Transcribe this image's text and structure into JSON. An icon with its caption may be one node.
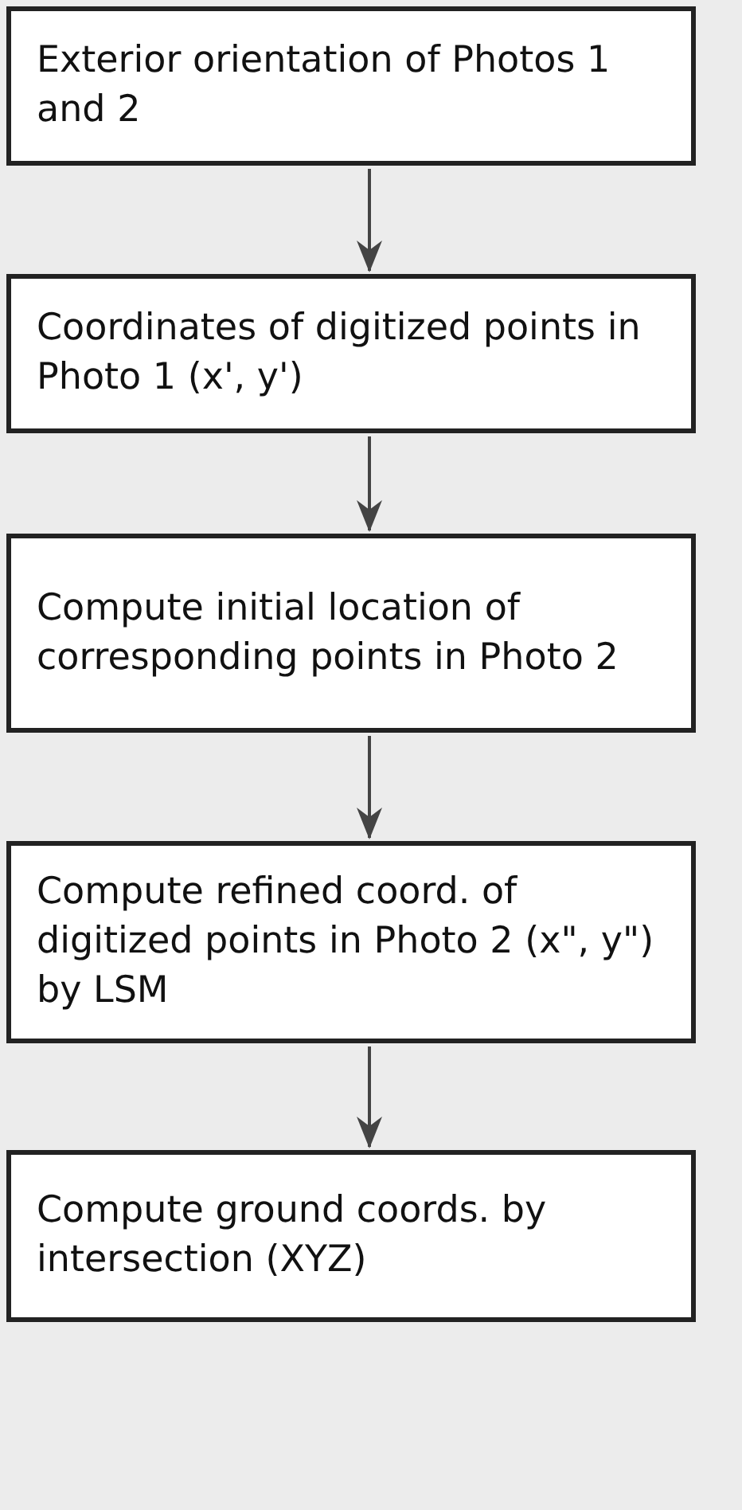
{
  "diagram": {
    "nodes": [
      {
        "text": [
          "Exterior orientation of Photos 1 and 2"
        ]
      },
      {
        "text": [
          "Coordinates of digitized points in Photo 1 (x', y')"
        ]
      },
      {
        "text": [
          "Compute initial location of corresponding points in Photo 2"
        ]
      },
      {
        "text": [
          "Compute refined coord. of digitized points in Photo 2 (x\", y\") by LSM"
        ]
      },
      {
        "text": [
          "Compute ground coords. by intersection (XYZ)"
        ]
      }
    ],
    "edges": [
      {
        "from": 0,
        "to": 1,
        "arrow": "to"
      },
      {
        "from": 1,
        "to": 2,
        "arrow": "to"
      },
      {
        "from": 2,
        "to": 3,
        "arrow": "to"
      },
      {
        "from": 3,
        "to": 4,
        "arrow": "to"
      }
    ]
  }
}
